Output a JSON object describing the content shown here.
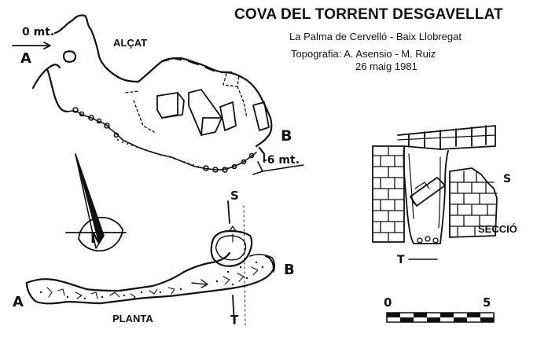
{
  "header": {
    "title": "COVA DEL TORRENT DESGAVELLAT",
    "location": "La Palma de Cervelló - Baix Llobregat",
    "authors": "Topografia: A. Asensio - M. Ruiz",
    "date": "26 maig 1981"
  },
  "elevation": {
    "label": "ALÇAT",
    "point_a": "A",
    "point_b": "B",
    "depth_start": "0 mt.",
    "depth_end": "-6 mt."
  },
  "plan": {
    "label": "PLANTA",
    "point_a": "A",
    "point_b": "B",
    "marker_s": "S",
    "marker_t": "T",
    "north": "N"
  },
  "section": {
    "label": "SECCIÓ",
    "marker_s": "S",
    "marker_t": "T"
  },
  "scale": {
    "min": "0",
    "max": "5"
  }
}
